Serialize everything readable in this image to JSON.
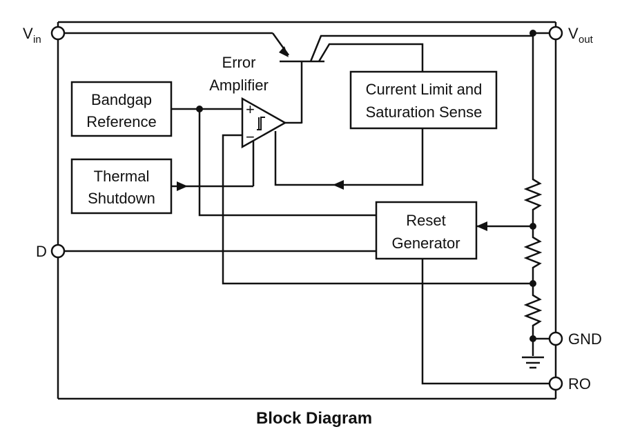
{
  "title": "Block Diagram",
  "pins": {
    "vin_main": "V",
    "vin_sub": "in",
    "vout_main": "V",
    "vout_sub": "out",
    "d": "D",
    "gnd": "GND",
    "ro": "RO"
  },
  "blocks": {
    "bandgap_line1": "Bandgap",
    "bandgap_line2": "Reference",
    "thermal_line1": "Thermal",
    "thermal_line2": "Shutdown",
    "current_line1": "Current Limit and",
    "current_line2": "Saturation Sense",
    "reset_line1": "Reset",
    "reset_line2": "Generator",
    "error_line1": "Error",
    "error_line2": "Amplifier"
  },
  "opamp": {
    "plus": "+",
    "minus": "−"
  }
}
